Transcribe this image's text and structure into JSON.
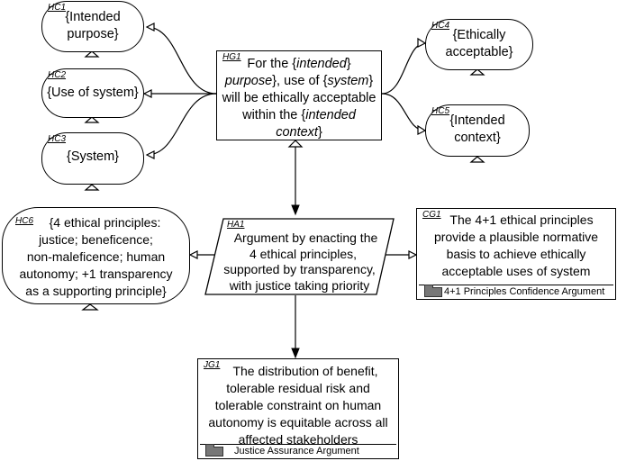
{
  "nodes": {
    "hc1": {
      "id": "HC1",
      "lines": [
        "{Intended",
        "purpose}"
      ]
    },
    "hc2": {
      "id": "HC2",
      "lines": [
        "{Use of system}"
      ]
    },
    "hc3": {
      "id": "HC3",
      "lines": [
        "{System}"
      ]
    },
    "hg1": {
      "id": "HG1",
      "line1_a": "For the {",
      "line1_b": "intended",
      "line2_a": "purpose",
      "line2_b": "}, use of {",
      "line2_c": "system",
      "line2_d": "}",
      "line3": "will be ethically acceptable",
      "line4_a": "within the {",
      "line4_b": "intended",
      "line5_a": "context",
      "line5_b": "}"
    },
    "hc4": {
      "id": "HC4",
      "lines": [
        "{Ethically",
        "acceptable}"
      ]
    },
    "hc5": {
      "id": "HC5",
      "lines": [
        "{Intended",
        "context}"
      ]
    },
    "hc6": {
      "id": "HC6",
      "lines": [
        "{4 ethical principles:",
        "justice; beneficence;",
        "non-maleficence; human",
        "autonomy; +1 transparency",
        "as a supporting principle}"
      ]
    },
    "ha1": {
      "id": "HA1",
      "lines": [
        "Argument by enacting the",
        "4 ethical principles,",
        "supported by transparency,",
        "with justice taking priority"
      ]
    },
    "cg1": {
      "id": "CG1",
      "lines": [
        "The 4+1 ethical principles",
        "provide a plausible normative",
        "basis to achieve ethically",
        "acceptable uses of system"
      ],
      "module": "4+1 Principles Confidence Argument"
    },
    "jg1": {
      "id": "JG1",
      "lines": [
        "The distribution of benefit,",
        "tolerable residual risk and",
        "tolerable constraint on human",
        "autonomy is equitable across all",
        "affected stakeholders"
      ],
      "module": "Justice Assurance Argument"
    }
  }
}
